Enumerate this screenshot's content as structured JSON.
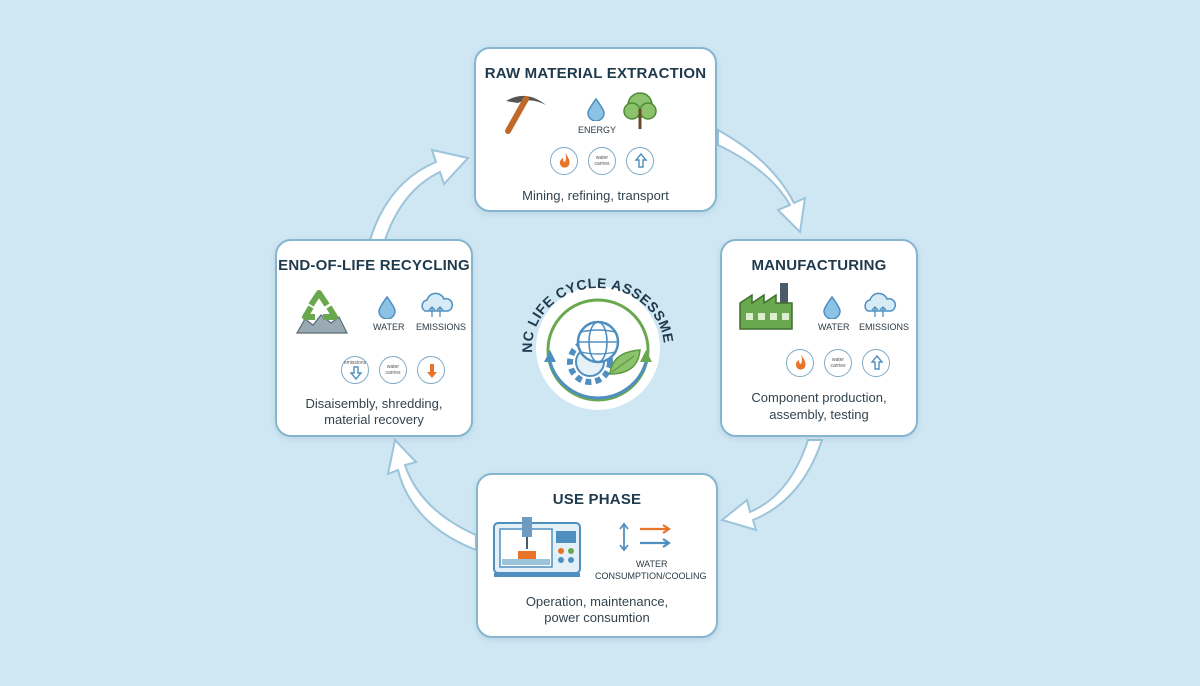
{
  "center": {
    "title": "CNC LIFE CYCLE ASSESSMENT"
  },
  "stages": {
    "raw": {
      "title": "RAW MATERIAL EXTRACTION",
      "label_energy": "ENERGY",
      "badge_mid": "water carries",
      "badge_right": "emissions",
      "desc": "Mining, refining, transport"
    },
    "manufacturing": {
      "title": "MANUFACTURING",
      "label_water": "WATER",
      "label_emissions": "EMISSIONS",
      "badge_mid": "water carries",
      "badge_right": "emissions",
      "desc_line1": "Component production,",
      "desc_line2": "assembly, testing"
    },
    "use": {
      "title": "USE PHASE",
      "label_line1": "WATER",
      "label_line2": "CONSUMPTION/COOLING",
      "desc_line1": "Operation, maintenance,",
      "desc_line2": "power consumtion"
    },
    "eol": {
      "title": "END-OF-LIFE RECYCLING",
      "label_water": "WATER",
      "label_emissions": "EMISSIONS",
      "badge_left": "emissions",
      "badge_mid": "water carries",
      "desc_line1": "Disaisembly, shredding,",
      "desc_line2": "material recovery"
    }
  },
  "colors": {
    "card_border": "#86b5cf",
    "arrow_fill": "#ffffff",
    "arrow_stroke": "#9cc4da",
    "accent_blue": "#4f8fc0",
    "accent_green": "#6aa84f",
    "accent_orange": "#e8742a"
  }
}
